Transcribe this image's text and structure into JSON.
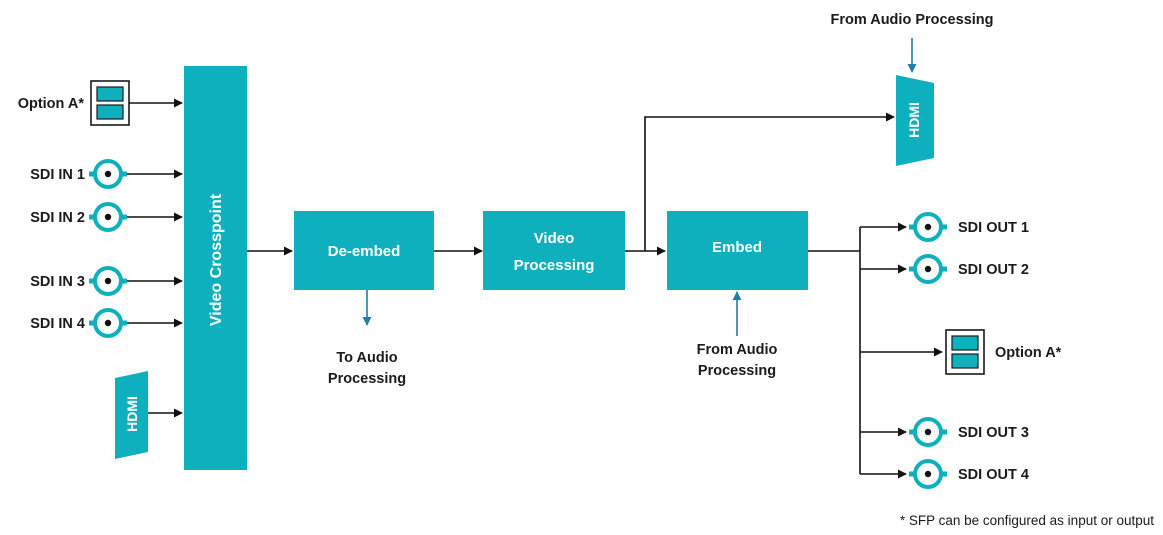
{
  "colors": {
    "block": "#0fb0bd",
    "accent_arrow": "#1f7fa6",
    "line": "#111111",
    "connector_ring": "#0fb0bd"
  },
  "inputs": {
    "option_a": "Option A*",
    "sdi": [
      "SDI IN 1",
      "SDI IN 2",
      "SDI IN 3",
      "SDI IN 4"
    ],
    "hdmi": "HDMI"
  },
  "blocks": {
    "crosspoint": "Video Crosspoint",
    "deembed": "De-embed",
    "video_processing": [
      "Video",
      "Processing"
    ],
    "embed": "Embed"
  },
  "side_labels": {
    "to_audio": [
      "To Audio",
      "Processing"
    ],
    "from_audio_embed": [
      "From Audio",
      "Processing"
    ],
    "from_audio_hdmi": "From Audio Processing"
  },
  "outputs": {
    "hdmi": "HDMI",
    "sdi": [
      "SDI OUT 1",
      "SDI OUT 2",
      "SDI OUT 3",
      "SDI OUT 4"
    ],
    "option_a": "Option A*"
  },
  "footnote": "* SFP can be configured as input or output",
  "icons": [
    "bnc-connector-icon",
    "sfp-module-icon",
    "hdmi-port-icon"
  ]
}
